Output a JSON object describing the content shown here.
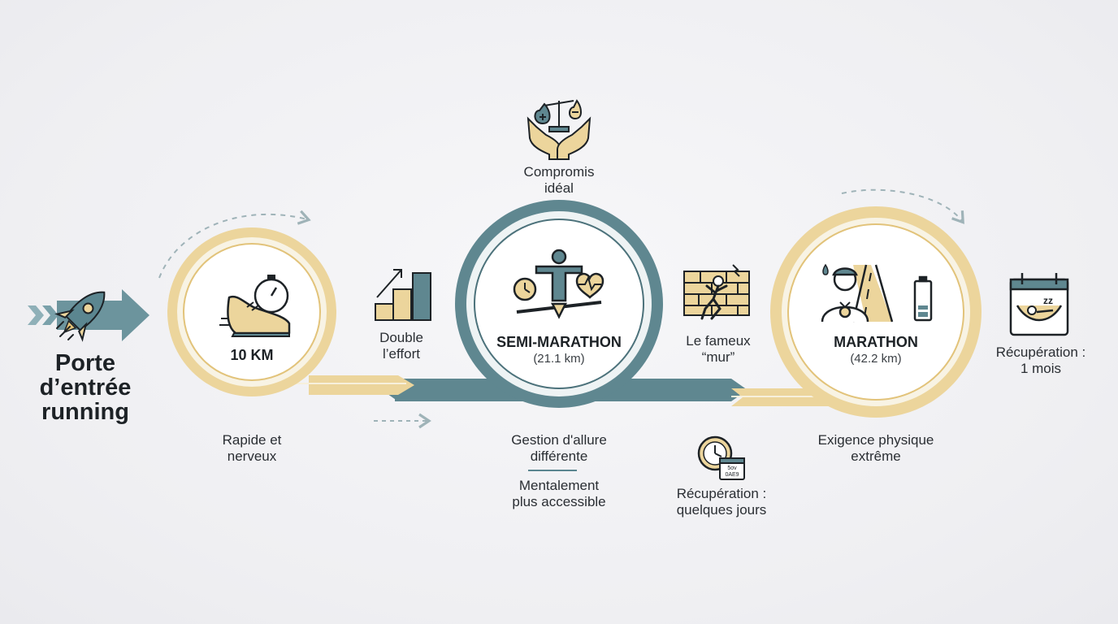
{
  "colors": {
    "sand": "#ecd59c",
    "sand_dark": "#e2c37a",
    "slate": "#5f8790",
    "slate_dark": "#4c727b",
    "ink": "#1d2226",
    "background": "#efeff2"
  },
  "intro": {
    "title": "Porte d’entrée running",
    "title_lines": [
      "Porte",
      "d’entrée",
      "running"
    ],
    "icon": "rocket-icon"
  },
  "stages": [
    {
      "id": "10km",
      "name": "10 KM",
      "distance": "",
      "icon": "running-shoe-stopwatch-icon",
      "caption_lines": [
        "Rapide et",
        "nerveux"
      ]
    },
    {
      "id": "semi",
      "name": "SEMI-MARATHON",
      "distance": "(21.1 km)",
      "icon": "balance-person-icon",
      "top_caption_lines": [
        "Compromis",
        "idéal"
      ],
      "top_icon": "hands-scale-icon",
      "caption_lines": [
        "Gestion d'allure",
        "différente"
      ],
      "caption2_lines": [
        "Mentalement",
        "plus accessible"
      ]
    },
    {
      "id": "marathon",
      "name": "MARATHON",
      "distance": "(42.2 km)",
      "icon": "exhausted-runner-road-icon",
      "caption_lines": [
        "Exigence physique",
        "extrême"
      ]
    }
  ],
  "transitions": [
    {
      "id": "double",
      "lines": [
        "Double",
        "l’effort"
      ],
      "icon": "growth-bars-icon"
    },
    {
      "id": "wall",
      "lines": [
        "Le fameux",
        "“mur”"
      ],
      "icon": "wall-runner-icon"
    }
  ],
  "recovery": [
    {
      "id": "semi-recovery",
      "lines": [
        "Récupération :",
        "quelques jours"
      ],
      "icon": "clock-calendar-icon",
      "calendar_text": "5ov 0AE9"
    },
    {
      "id": "marathon-recovery",
      "lines": [
        "Récupération :",
        "1 mois"
      ],
      "icon": "calendar-hammock-icon"
    }
  ]
}
